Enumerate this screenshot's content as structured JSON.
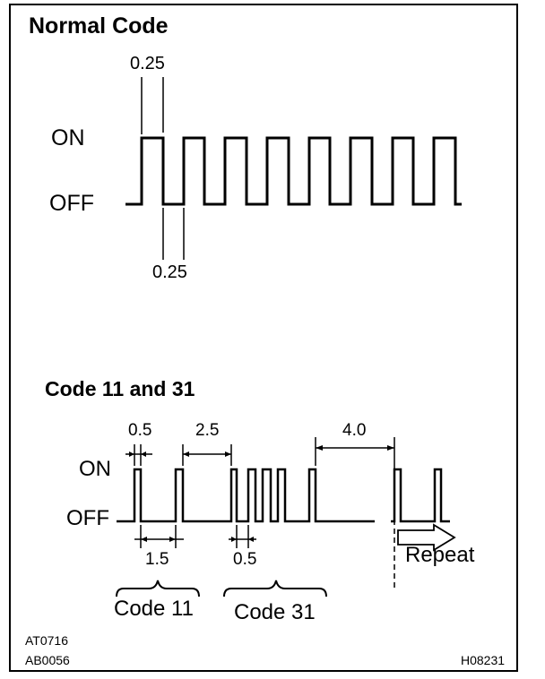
{
  "normal": {
    "title": "Normal Code",
    "on_label": "ON",
    "off_label": "OFF",
    "top_dim": "0.25",
    "bottom_dim": "0.25"
  },
  "code": {
    "title": "Code 11 and 31",
    "on_label": "ON",
    "off_label": "OFF",
    "dim_05_top": "0.5",
    "dim_25": "2.5",
    "dim_40": "4.0",
    "dim_15": "1.5",
    "dim_05_bottom": "0.5",
    "code11_label": "Code 11",
    "code31_label": "Code 31",
    "repeat_label": "Repeat"
  },
  "footer": {
    "ref1": "AT0716",
    "ref2": "AB0056",
    "ref3": "H08231"
  }
}
